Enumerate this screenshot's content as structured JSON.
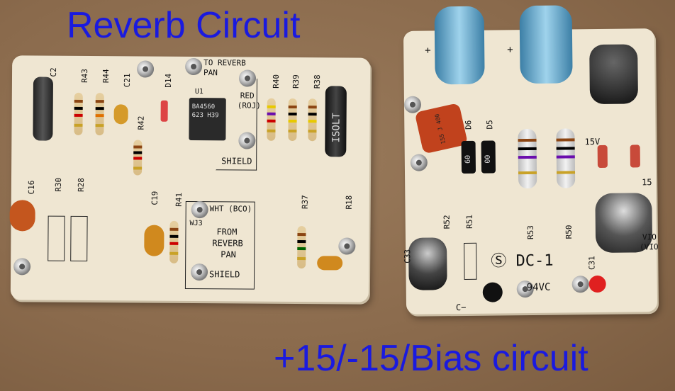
{
  "captions": {
    "top_left": "Reverb Circuit",
    "bottom_right": "+15/-15/Bias circuit"
  },
  "left_board": {
    "to_reverb": "TO REVERB",
    "pan": "PAN",
    "red": "RED",
    "roj": "(ROJ)",
    "shield_top": "SHIELD",
    "u1": "U1",
    "chip_line1": "BA4560",
    "chip_line2": "623 H39",
    "wht": "WHT (BCO)",
    "wj3": "WJ3",
    "from": "FROM",
    "reverb": "REVERB",
    "pan2": "PAN",
    "shield_bottom": "SHIELD",
    "cap_text": "ISOLT",
    "labels": {
      "c2": "C2",
      "r43": "R43",
      "r44": "R44",
      "c21": "C21",
      "d14": "D14",
      "r42": "R42",
      "r40": "R40",
      "r39": "R39",
      "r38": "R38",
      "c16": "C16",
      "r30": "R30",
      "r28": "R28",
      "c19": "C19",
      "r41": "R41",
      "r37": "R37",
      "r18": "R18"
    }
  },
  "right_board": {
    "plus1": "+",
    "plus2": "+",
    "cap_marking": "155 J 400",
    "d5": "D5",
    "d6": "D6",
    "v15": "15V",
    "v15b": "15",
    "d_num_1": "60",
    "d_num_2": "00",
    "r53": "R53",
    "r50": "R50",
    "r52": "R52",
    "r51": "R51",
    "c33": "C33",
    "c31": "C31",
    "ul": "Ⓢ DC-1",
    "v94": "94VC",
    "vio": "VIO",
    "vio2": "(VIO",
    "c_minus": "C−"
  },
  "colors": {
    "caption": "#1a1adf",
    "background": "#8a6a4c",
    "board": "#efe6d2"
  }
}
